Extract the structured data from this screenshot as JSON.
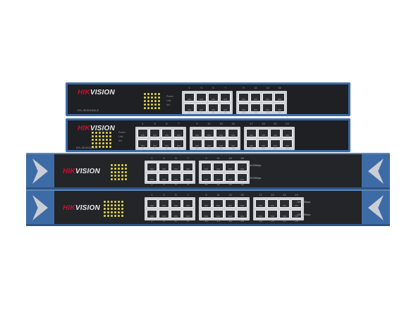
{
  "colors": {
    "chassis": "#1e2023",
    "rim": "#3d6ba6",
    "port": "#cdd1d7",
    "led": "#e6d84a",
    "logo_red": "#c8102e"
  },
  "units": [
    {
      "id": "switch-16-compact",
      "logo_red": "HIK",
      "logo_rest": "VISION",
      "model": "DS-3E0516M-E",
      "led_cols": 5,
      "led_rows": 5,
      "legend": [
        "Power",
        "Link",
        "Act"
      ],
      "port_groups": 2,
      "top_numbers": [
        [
          "1",
          "3",
          "5",
          "7"
        ],
        [
          "9",
          "11",
          "13",
          "15"
        ]
      ],
      "bottom_numbers": [
        [
          "2",
          "4",
          "6",
          "8"
        ],
        [
          "10",
          "12",
          "14",
          "16"
        ]
      ],
      "side_labels": []
    },
    {
      "id": "switch-24-compact",
      "logo_red": "HIK",
      "logo_rest": "VISION",
      "model": "DS-3E0524M-E",
      "led_cols": 6,
      "led_rows": 5,
      "legend": [
        "Power",
        "Link",
        "Act"
      ],
      "port_groups": 3,
      "top_numbers": [
        [
          "1",
          "3",
          "5",
          "7"
        ],
        [
          "9",
          "11",
          "13",
          "15"
        ],
        [
          "17",
          "19",
          "21",
          "23"
        ]
      ],
      "bottom_numbers": [
        [
          "2",
          "4",
          "6",
          "8"
        ],
        [
          "10",
          "12",
          "14",
          "16"
        ],
        [
          "18",
          "20",
          "22",
          "24"
        ]
      ],
      "side_labels": []
    },
    {
      "id": "switch-16-wide",
      "logo_red": "HIK",
      "logo_rest": "VISION",
      "model": "",
      "led_cols": 5,
      "led_rows": 5,
      "legend": [],
      "port_groups": 2,
      "top_numbers": [
        [
          "1",
          "3",
          "5",
          "7"
        ],
        [
          "9",
          "11",
          "13",
          "15"
        ]
      ],
      "bottom_numbers": [
        [
          "2",
          "4",
          "6",
          "8"
        ],
        [
          "10",
          "12",
          "14",
          "16"
        ]
      ],
      "side_labels": [
        "10/100Mbps",
        "10/100Mbps"
      ]
    },
    {
      "id": "switch-24-wide",
      "logo_red": "HIK",
      "logo_rest": "VISION",
      "model": "",
      "led_cols": 6,
      "led_rows": 5,
      "legend": [],
      "port_groups": 3,
      "top_numbers": [
        [
          "1",
          "3",
          "5",
          "7"
        ],
        [
          "9",
          "11",
          "13",
          "15"
        ],
        [
          "17",
          "19",
          "21",
          "23"
        ]
      ],
      "bottom_numbers": [
        [
          "2",
          "4",
          "6",
          "8"
        ],
        [
          "10",
          "12",
          "14",
          "16"
        ],
        [
          "18",
          "20",
          "22",
          "24"
        ]
      ],
      "side_labels": [
        "10/100Mbps",
        "10/100Mbps"
      ]
    }
  ]
}
